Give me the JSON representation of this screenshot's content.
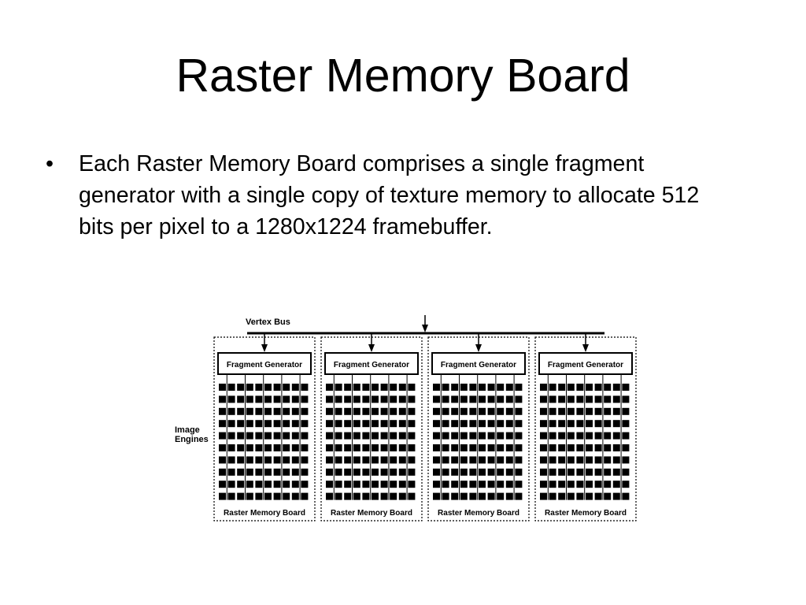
{
  "slide": {
    "title": "Raster Memory Board",
    "bullets": [
      "Each Raster Memory Board comprises a single fragment generator with a single copy of texture memory to allocate 512 bits per pixel to a 1280x1224 framebuffer."
    ]
  },
  "diagram": {
    "bus_label": "Vertex Bus",
    "side_label_line1": "Image",
    "side_label_line2": "Engines",
    "boards": [
      {
        "generator_label": "Fragment Generator",
        "board_label": "Raster Memory Board"
      },
      {
        "generator_label": "Fragment Generator",
        "board_label": "Raster Memory Board"
      },
      {
        "generator_label": "Fragment Generator",
        "board_label": "Raster Memory Board"
      },
      {
        "generator_label": "Fragment Generator",
        "board_label": "Raster Memory Board"
      }
    ],
    "image_engine_rows": 10,
    "image_engine_cols": 10,
    "colors": {
      "line": "#000000",
      "background": "#ffffff"
    }
  }
}
